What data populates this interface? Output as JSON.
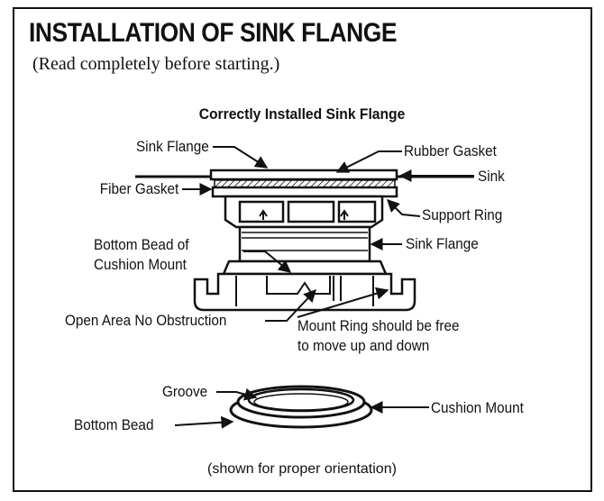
{
  "title": "INSTALLATION OF SINK FLANGE",
  "subtitle": "(Read completely before starting.)",
  "heading": "Correctly Installed Sink Flange",
  "labels": {
    "sink_flange_top": "Sink Flange",
    "rubber_gasket": "Rubber Gasket",
    "sink": "Sink",
    "fiber_gasket": "Fiber Gasket",
    "support_ring": "Support Ring",
    "bottom_bead_cushion_line1": "Bottom Bead of",
    "bottom_bead_cushion_line2": "Cushion Mount",
    "sink_flange_side": "Sink Flange",
    "open_area": "Open Area No Obstruction",
    "mount_ring_line1": "Mount Ring should be free",
    "mount_ring_line2": "to move up and down",
    "groove": "Groove",
    "cushion_mount": "Cushion Mount",
    "bottom_bead": "Bottom Bead"
  },
  "footer": "(shown for proper orientation)"
}
